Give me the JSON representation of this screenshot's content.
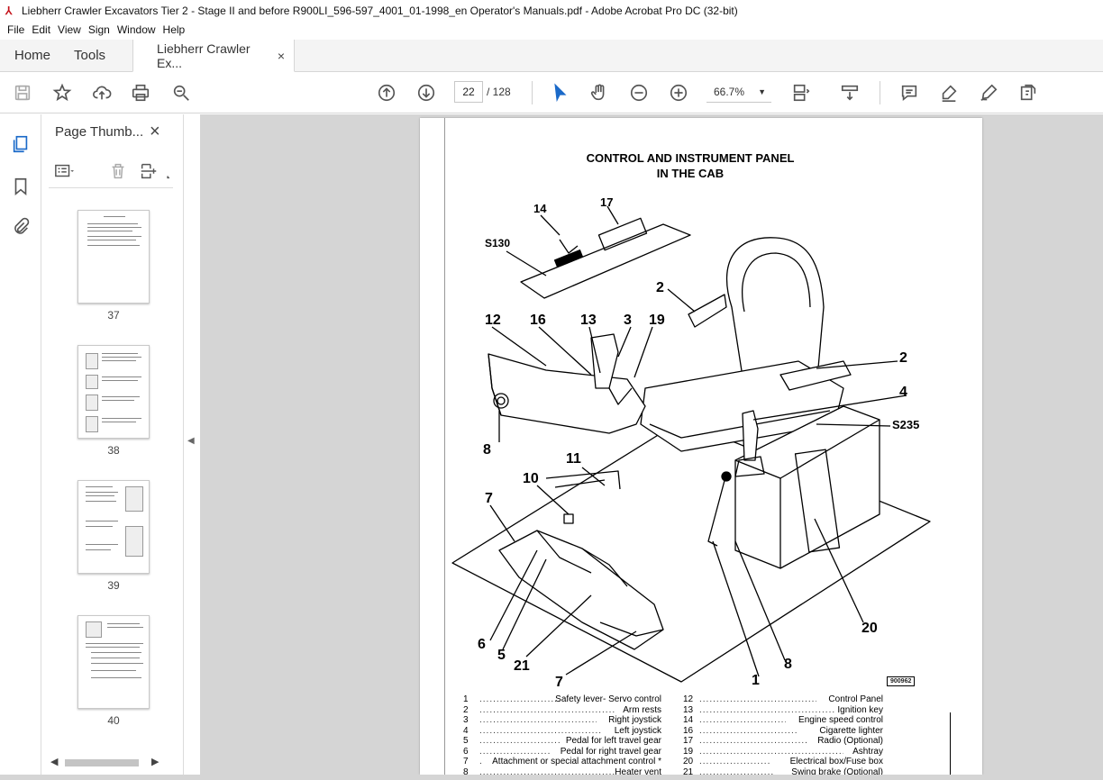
{
  "window": {
    "title": "Liebherr Crawler Excavators Tier 2 - Stage II and before  R900LI_596-597_4001_01-1998_en Operator's Manuals.pdf - Adobe Acrobat Pro DC (32-bit)"
  },
  "menu": [
    "File",
    "Edit",
    "View",
    "Sign",
    "Window",
    "Help"
  ],
  "tabs": {
    "home": "Home",
    "tools": "Tools",
    "document": "Liebherr Crawler Ex...",
    "close": "×"
  },
  "toolbar": {
    "current_page": "22",
    "page_total": "/ 128",
    "zoom": "66.7%"
  },
  "thumbnails_panel": {
    "title": "Page Thumb...",
    "close": "×",
    "pages": [
      "37",
      "38",
      "39",
      "40"
    ]
  },
  "document": {
    "title_line1": "CONTROL AND INSTRUMENT PANEL",
    "title_line2": "IN THE CAB",
    "figure_code": "900962",
    "callouts": [
      "14",
      "17",
      "S130",
      "2",
      "12",
      "16",
      "13",
      "3",
      "19",
      "2",
      "4",
      "S235",
      "8",
      "11",
      "10",
      "7",
      "6",
      "5",
      "21",
      "7",
      "1",
      "8",
      "20"
    ],
    "legend_left": [
      {
        "num": "1",
        "label": "Safety lever- Servo control"
      },
      {
        "num": "2",
        "label": "Arm rests"
      },
      {
        "num": "3",
        "label": "Right joystick"
      },
      {
        "num": "4",
        "label": "Left joystick"
      },
      {
        "num": "5",
        "label": "Pedal for left travel gear"
      },
      {
        "num": "6",
        "label": "Pedal for right travel gear"
      },
      {
        "num": "7",
        "label": "Attachment or special attachment control *"
      },
      {
        "num": "8",
        "label": "Heater vent"
      }
    ],
    "legend_right": [
      {
        "num": "12",
        "label": "Control Panel"
      },
      {
        "num": "13",
        "label": "Ignition key"
      },
      {
        "num": "14",
        "label": "Engine speed control"
      },
      {
        "num": "16",
        "label": "Cigarette lighter"
      },
      {
        "num": "17",
        "label": "Radio (Optional)"
      },
      {
        "num": "19",
        "label": "Ashtray"
      },
      {
        "num": "20",
        "label": "Electrical box/Fuse box"
      },
      {
        "num": "21",
        "label": "Swing brake (Optional)"
      }
    ]
  },
  "colors": {
    "accent": "#c4121a",
    "viewer_bg": "#d5d5d5",
    "select_blue": "#1b6ac9"
  }
}
